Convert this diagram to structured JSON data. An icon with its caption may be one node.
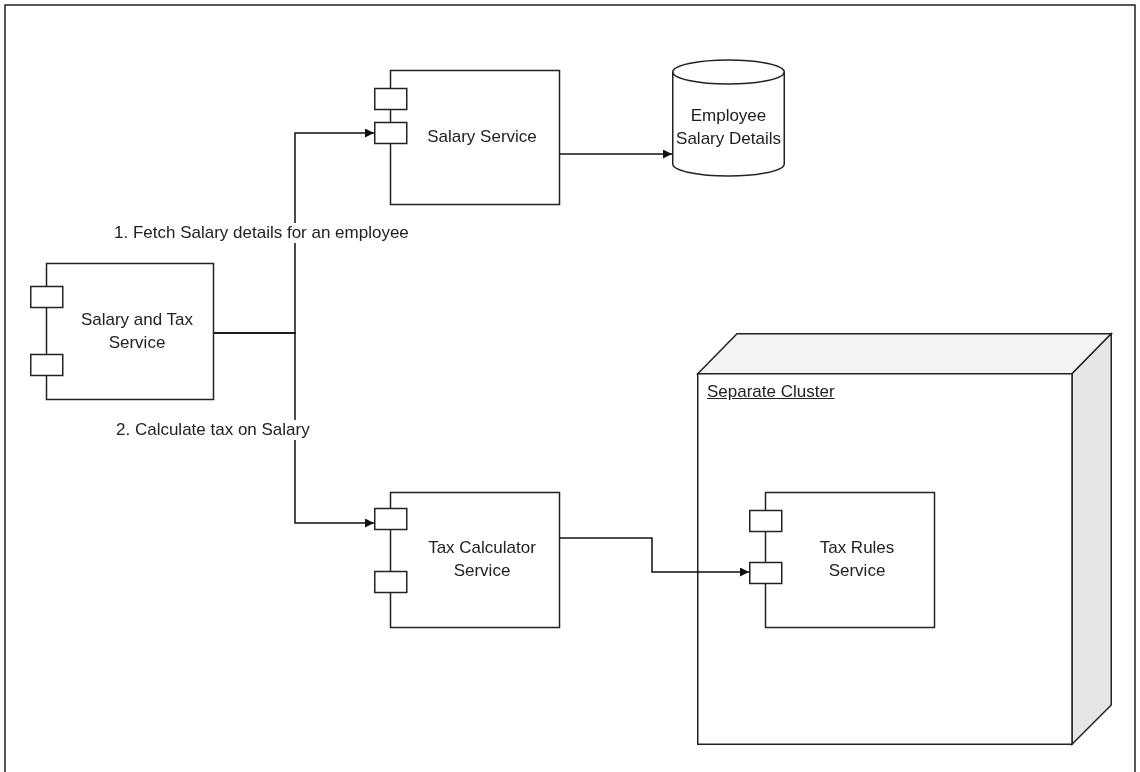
{
  "diagram": {
    "nodes": [
      {
        "text": [
          "Salary and Tax Service"
        ]
      },
      {
        "text": [
          "Salary Service"
        ]
      },
      {
        "text": [
          "Employee Salary Details"
        ]
      },
      {
        "text": [
          "Tax Calculator Service"
        ]
      },
      {
        "text": [
          "Separate Cluster"
        ]
      },
      {
        "text": [
          "Tax Rules Service"
        ],
        "in": 4
      }
    ],
    "edges": [
      {
        "from": 0,
        "to": 1,
        "arrow": "to",
        "label": "1. Fetch Salary details for an employee"
      },
      {
        "from": 0,
        "to": 3,
        "arrow": "to",
        "label": "2. Calculate tax on Salary"
      },
      {
        "from": 1,
        "to": 2,
        "arrow": "to"
      },
      {
        "from": 3,
        "to": 5,
        "arrow": "to"
      }
    ]
  }
}
